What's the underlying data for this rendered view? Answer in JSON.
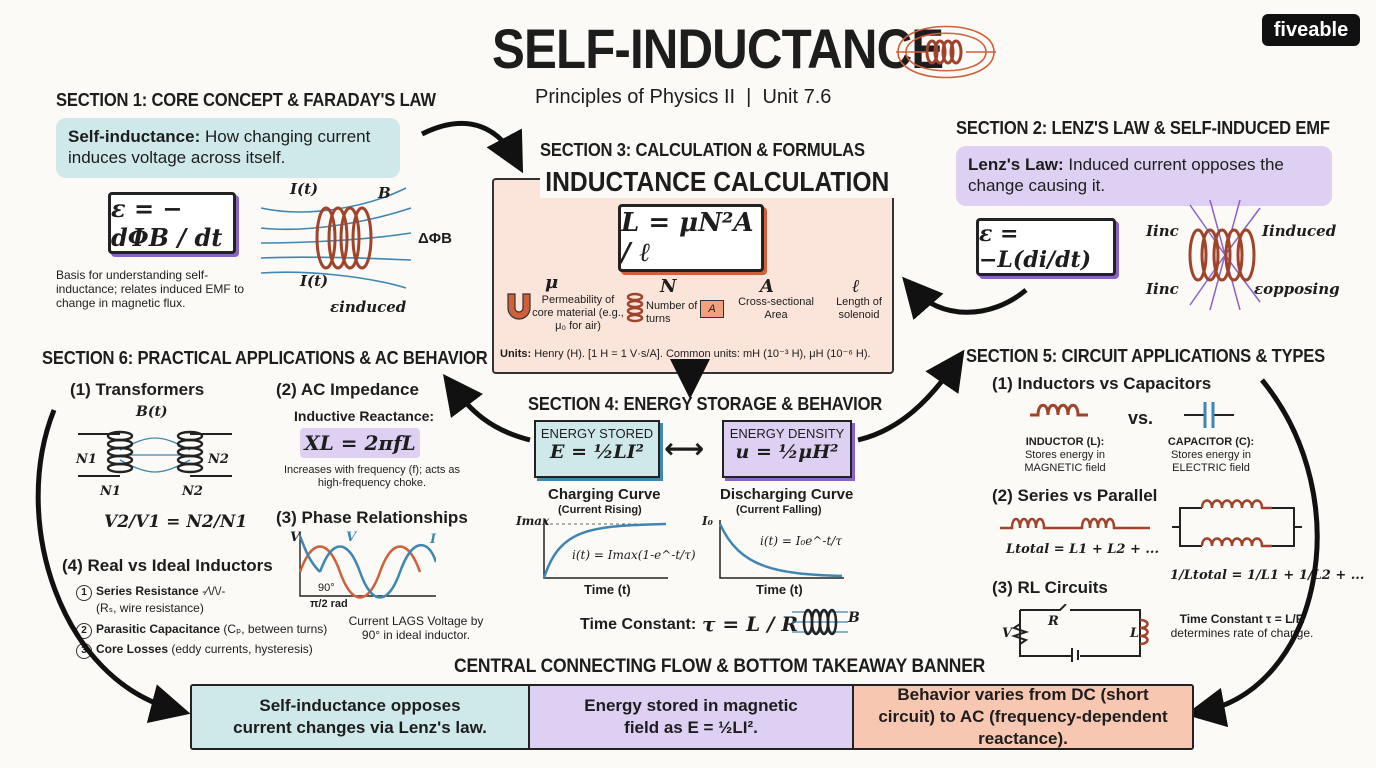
{
  "header": {
    "title": "SELF-INDUCTANCE",
    "subtitle": "Principles of Physics II  |  Unit 7.6",
    "logo": "fiveable"
  },
  "section1": {
    "title": "SECTION 1: CORE CONCEPT & FARADAY'S LAW",
    "def_term": "Self-inductance:",
    "def_text": "How changing current induces voltage across itself.",
    "formula": "ε = − dΦB / dt",
    "coil_labels": {
      "current_top": "I(t)",
      "field": "B",
      "current_bottom": "I(t)",
      "flux": "ΔΦB",
      "emf": "εinduced"
    },
    "note": "Basis for understanding self-inductance; relates induced EMF to change in magnetic flux."
  },
  "section2": {
    "title": "SECTION 2: LENZ'S LAW & SELF-INDUCED EMF",
    "def_term": "Lenz's Law:",
    "def_text": "Induced current opposes the change causing it.",
    "formula": "ε = −L(di/dt)",
    "labels": {
      "inc_top": "Iinc",
      "inc_bottom": "Iinc",
      "induced": "Iinduced",
      "opposing": "εopposing"
    }
  },
  "section3": {
    "title": "SECTION 3: CALCULATION & FORMULAS",
    "box_title": "INDUCTANCE CALCULATION",
    "formula": "L = μN²A / ℓ",
    "vars": [
      {
        "sym": "μ",
        "desc": "Permeability of core material (e.g., μ₀ for air)"
      },
      {
        "sym": "N",
        "desc": "Number of turns"
      },
      {
        "sym": "A",
        "desc": "Cross-sectional Area"
      },
      {
        "sym": "ℓ",
        "desc": "Length of solenoid"
      }
    ],
    "units_label": "Units:",
    "units_text": "Henry (H). [1 H = 1 V·s/A]. Common units: mH (10⁻³ H), μH (10⁻⁶ H)."
  },
  "section4": {
    "title": "SECTION 4: ENERGY STORAGE & BEHAVIOR",
    "energy_stored_label": "ENERGY STORED",
    "energy_stored_formula": "E = ½LI²",
    "energy_density_label": "ENERGY DENSITY",
    "energy_density_formula": "u = ½μH²",
    "charging_title": "Charging Curve",
    "charging_sub": "(Current Rising)",
    "charging_eq": "i(t) = Imax(1-e^-t/τ)",
    "charging_ymax": "Imax",
    "discharging_title": "Discharging Curve",
    "discharging_sub": "(Current Falling)",
    "discharging_eq": "i(t) = I₀e^-t/τ",
    "discharging_y0": "I₀",
    "time_axis": "Time (t)",
    "time_constant_label": "Time Constant:",
    "time_constant_formula": "τ = L / R",
    "field_label": "B"
  },
  "section5": {
    "title": "SECTION 5: CIRCUIT APPLICATIONS & TYPES",
    "sub1": "(1) Inductors vs Capacitors",
    "vs": "vs.",
    "inductor_title": "INDUCTOR (L):",
    "inductor_desc": "Stores energy in MAGNETIC field",
    "capacitor_title": "CAPACITOR (C):",
    "capacitor_desc": "Stores energy in ELECTRIC field",
    "sub2": "(2) Series vs Parallel",
    "series_eq": "Ltotal = L1 + L2 + ...",
    "parallel_eq": "1/Ltotal = 1/L1 + 1/L2 + ...",
    "sub3": "(3) RL Circuits",
    "rl_labels": {
      "v": "V",
      "r": "R",
      "l": "L"
    },
    "rl_note_1": "Time Constant τ = L/R",
    "rl_note_2": "determines rate of change."
  },
  "section6": {
    "title": "SECTION 6: PRACTICAL APPLICATIONS & AC BEHAVIOR",
    "sub1": "(1) Transformers",
    "transformer_labels": {
      "b": "B(t)",
      "n1": "N1",
      "n2": "N2"
    },
    "transformer_eq": "V2/V1 = N2/N1",
    "sub2": "(2) AC Impedance",
    "reactance_label": "Inductive Reactance:",
    "reactance_formula": "XL = 2πfL",
    "reactance_note": "Increases with frequency (f); acts as high-frequency choke.",
    "sub3": "(3) Phase Relationships",
    "phase_labels": {
      "v1": "V",
      "v2": "V",
      "i": "I",
      "deg": "90°",
      "rad": "π/2 rad"
    },
    "phase_note": "Current LAGS Voltage by 90° in ideal inductor.",
    "sub4": "(4) Real vs Ideal Inductors",
    "real_items": [
      {
        "n": "1",
        "title": "Series Resistance",
        "desc": "(Rₛ, wire resistance)"
      },
      {
        "n": "2",
        "title": "Parasitic Capacitance",
        "desc": "(Cₚ, between turns)"
      },
      {
        "n": "3",
        "title": "Core Losses",
        "desc": "(eddy currents, hysteresis)"
      }
    ]
  },
  "banner": {
    "title": "CENTRAL CONNECTING FLOW & BOTTOM TAKEAWAY BANNER",
    "cells": [
      "Self-inductance opposes current changes via Lenz's law.",
      "Energy stored in magnetic field as E = ½LI².",
      "Behavior varies from DC (short circuit) to AC (frequency-dependent reactance)."
    ]
  },
  "colors": {
    "teal": "#cfe8ea",
    "lavender": "#ddd0f2",
    "salmon": "#f8c7b2",
    "peach": "#fbe4da",
    "purple": "#8a63c9",
    "coil": "#a0432a",
    "field": "#3f86b0"
  }
}
